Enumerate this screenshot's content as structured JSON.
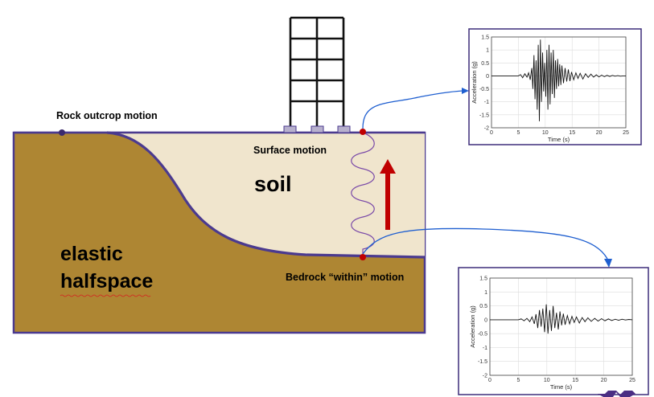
{
  "labels": {
    "rock_outcrop": "Rock outcrop motion",
    "surface_motion": "Surface motion",
    "soil": "soil",
    "elastic": "elastic",
    "halfspace": "halfspace",
    "bedrock_within": "Bedrock “within” motion"
  },
  "colors": {
    "bedrock": "#ae8633",
    "soil": "#f0e5cd",
    "interface": "#4b3a8f",
    "arrow_up": "#c00000",
    "blue_arrow": "#1f5fd0",
    "frame_border": "#3d2d7a"
  },
  "chart_data": [
    {
      "type": "line",
      "name": "surface",
      "xlabel": "Time (s)",
      "ylabel": "Acceleration (g)",
      "xlim": [
        0,
        25
      ],
      "ylim": [
        -2,
        1.5
      ],
      "xticks": [
        "0",
        "5",
        "10",
        "15",
        "20",
        "25"
      ],
      "yticks": [
        "1.5",
        "1",
        "0.5",
        "0",
        "-0.5",
        "-1",
        "-1.5",
        "-2"
      ],
      "grid": true,
      "x": [
        0,
        5,
        5.4,
        5.8,
        6.2,
        6.6,
        6.9,
        7.2,
        7.5,
        7.7,
        7.9,
        8.1,
        8.3,
        8.5,
        8.7,
        8.9,
        9.1,
        9.3,
        9.5,
        9.7,
        9.9,
        10.1,
        10.3,
        10.5,
        10.7,
        10.9,
        11.1,
        11.3,
        11.5,
        11.7,
        11.9,
        12.1,
        12.3,
        12.5,
        12.7,
        12.9,
        13.1,
        13.4,
        13.7,
        14.0,
        14.3,
        14.6,
        14.9,
        15.3,
        15.7,
        16.1,
        16.5,
        17.0,
        17.5,
        18.0,
        18.5,
        19.0,
        19.5,
        20.0,
        20.5,
        21.0,
        21.5,
        22.0,
        22.5,
        23.0,
        23.5,
        24.0,
        24.5,
        25
      ],
      "y": [
        0,
        0,
        0.05,
        -0.07,
        0.08,
        -0.05,
        0.12,
        -0.15,
        0.3,
        -0.5,
        0.8,
        -0.9,
        0.6,
        -1.3,
        1.2,
        -1.75,
        1.4,
        -1.0,
        0.9,
        -0.6,
        0.5,
        -0.8,
        1.0,
        -1.3,
        1.2,
        -1.1,
        0.9,
        -0.7,
        1.0,
        -0.85,
        0.6,
        -0.5,
        0.65,
        -0.4,
        0.45,
        -0.35,
        0.4,
        -0.28,
        0.3,
        -0.22,
        0.25,
        -0.2,
        0.15,
        -0.15,
        0.12,
        -0.1,
        0.1,
        -0.12,
        0.08,
        -0.06,
        0.07,
        -0.05,
        0.04,
        -0.04,
        0.03,
        -0.03,
        0.02,
        -0.02,
        0.02,
        -0.01,
        0.01,
        -0.01,
        0,
        0
      ]
    },
    {
      "type": "line",
      "name": "bedrock",
      "xlabel": "Time (s)",
      "ylabel": "Acceleration (g)",
      "xlim": [
        0,
        25
      ],
      "ylim": [
        -2,
        1.5
      ],
      "xticks": [
        "0",
        "5",
        "10",
        "15",
        "20",
        "25"
      ],
      "yticks": [
        "1.5",
        "1",
        "0.5",
        "0",
        "-0.5",
        "-1",
        "-1.5",
        "-2"
      ],
      "grid": true,
      "x": [
        0,
        5,
        5.5,
        6,
        6.5,
        7,
        7.4,
        7.8,
        8.1,
        8.4,
        8.7,
        9,
        9.3,
        9.6,
        9.9,
        10.2,
        10.5,
        10.8,
        11.1,
        11.4,
        11.7,
        12,
        12.3,
        12.6,
        12.9,
        13.2,
        13.6,
        14,
        14.4,
        14.8,
        15.2,
        15.7,
        16.2,
        16.7,
        17.2,
        17.8,
        18.4,
        19,
        19.6,
        20.2,
        20.8,
        21.4,
        22,
        22.6,
        23.2,
        23.8,
        24.4,
        25
      ],
      "y": [
        0,
        0,
        0.03,
        -0.04,
        0.05,
        -0.07,
        0.1,
        -0.15,
        0.2,
        -0.3,
        0.35,
        -0.25,
        0.4,
        -0.45,
        0.55,
        -0.5,
        0.35,
        -0.4,
        0.5,
        -0.3,
        0.25,
        -0.35,
        0.3,
        -0.2,
        0.22,
        -0.18,
        0.15,
        -0.15,
        0.12,
        -0.1,
        0.1,
        -0.12,
        0.08,
        -0.07,
        0.07,
        -0.06,
        0.05,
        -0.05,
        0.04,
        -0.04,
        0.03,
        -0.03,
        0.02,
        -0.02,
        0.02,
        -0.01,
        0.01,
        0
      ]
    }
  ]
}
